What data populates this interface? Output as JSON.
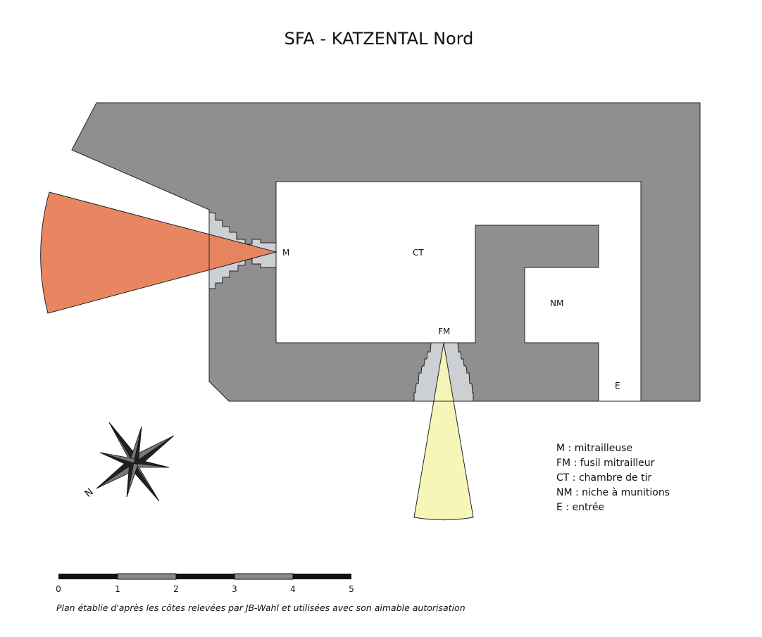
{
  "title": "SFA  -  KATZENTAL Nord",
  "room_labels": {
    "m": "M",
    "ct": "CT",
    "fm": "FM",
    "nm": "NM",
    "e": "E"
  },
  "legend": [
    "M : mitrailleuse",
    "FM : fusil mitrailleur",
    "CT : chambre de tir",
    "NM : niche à munitions",
    "E : entrée"
  ],
  "compass": {
    "north_label": "N"
  },
  "scale": {
    "ticks": [
      "0",
      "1",
      "2",
      "3",
      "4",
      "5"
    ]
  },
  "caption": "Plan établie d'après les côtes relevées par JB-Wahl et utilisées avec son aimable autorisation",
  "colors": {
    "concrete": "#8f8f8f",
    "embrasure": "#cdd0d3",
    "mg_fire": "#e8805a",
    "fm_fire": "#f7f5b5"
  }
}
